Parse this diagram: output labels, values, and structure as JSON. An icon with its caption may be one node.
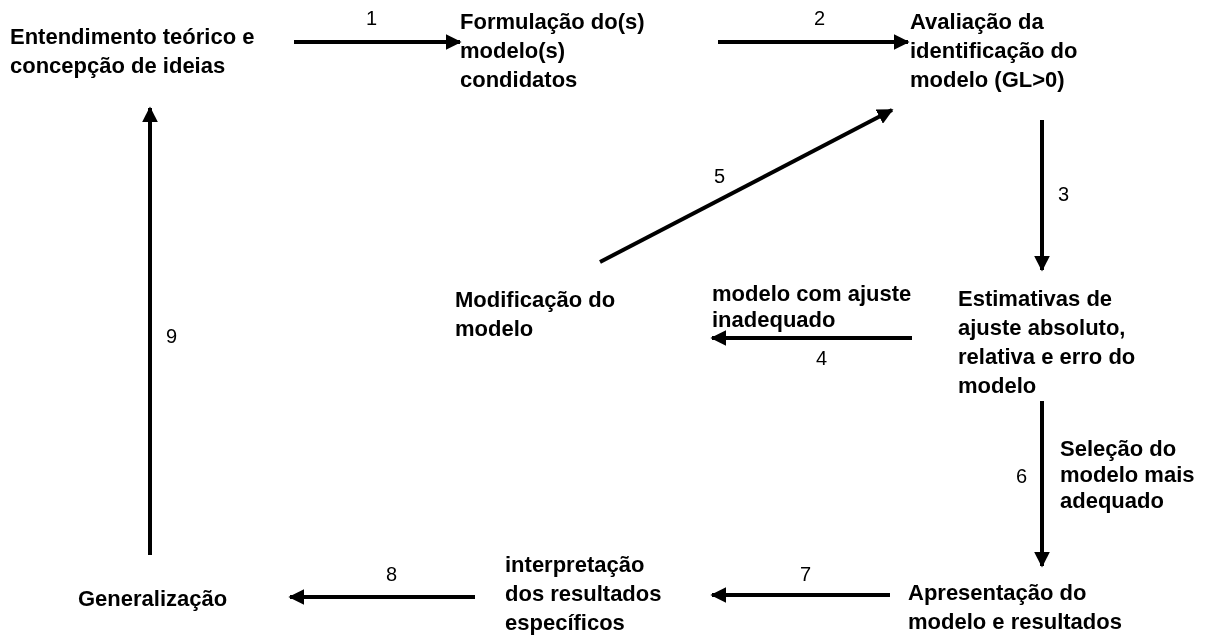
{
  "diagram": {
    "nodes": [
      {
        "text": [
          "Entendimento teórico e concepção de ideias"
        ]
      },
      {
        "text": [
          "Formulação do(s) modelo(s) condidatos"
        ]
      },
      {
        "text": [
          "Avaliação da identificação do modelo (GL>0)"
        ]
      },
      {
        "text": [
          "Estimativas de ajuste absoluto, relativa e erro do modelo"
        ]
      },
      {
        "text": [
          "Modificação do modelo"
        ]
      },
      {
        "text": [
          "Apresentação do modelo e resultados"
        ]
      },
      {
        "text": [
          "interpretação dos resultados específicos"
        ]
      },
      {
        "text": [
          "Generalização"
        ]
      }
    ],
    "edges": [
      {
        "from": 0,
        "to": 1,
        "arrow": "to",
        "label": "1"
      },
      {
        "from": 1,
        "to": 2,
        "arrow": "to",
        "label": "2"
      },
      {
        "from": 2,
        "to": 3,
        "arrow": "to",
        "label": "3"
      },
      {
        "from": 3,
        "to": 4,
        "arrow": "to",
        "label": "4"
      },
      {
        "from": 4,
        "to": 2,
        "arrow": "to",
        "label": "5"
      },
      {
        "from": 3,
        "to": 5,
        "arrow": "to",
        "label": "6"
      },
      {
        "from": 5,
        "to": 6,
        "arrow": "to",
        "label": "7"
      },
      {
        "from": 6,
        "to": 7,
        "arrow": "to",
        "label": "8"
      },
      {
        "from": 7,
        "to": 0,
        "arrow": "to",
        "label": "9"
      }
    ],
    "labels": [
      "modelo com ajuste inadequado",
      "Seleção do modelo mais adequado"
    ]
  }
}
